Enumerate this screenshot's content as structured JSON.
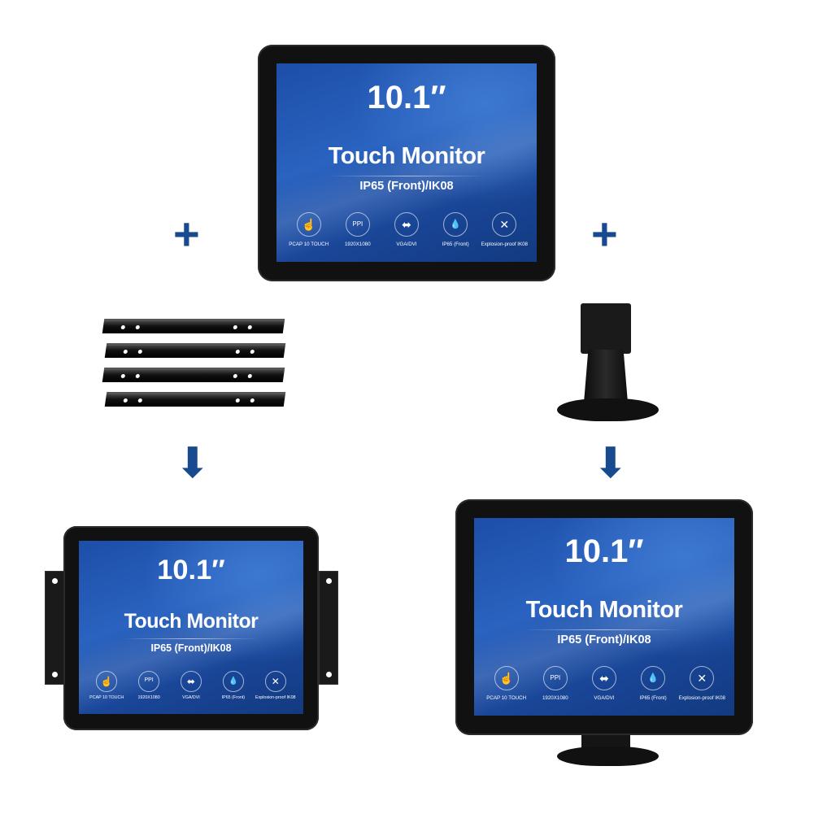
{
  "monitor": {
    "size": "10.1″",
    "title": "Touch Monitor",
    "subtitle": "IP65 (Front)/IK08",
    "features": [
      {
        "icon": "touch-hand-icon",
        "glyph": "☝",
        "label": "PCAP 10 TOUCH"
      },
      {
        "icon": "ppi-monitor-icon",
        "glyph": "PPI",
        "label": "1920X1080"
      },
      {
        "icon": "usb-icon",
        "glyph": "⬌",
        "label": "VGA/DVI"
      },
      {
        "icon": "water-drops-icon",
        "glyph": "💧",
        "label": "IP65 (Front)"
      },
      {
        "icon": "explosion-proof-icon",
        "glyph": "✕",
        "label": "Explosion-proof IK08"
      }
    ]
  },
  "symbols": {
    "plus": "+",
    "arrow": "⬇"
  },
  "colors": {
    "accent": "#174a8f",
    "bezel": "#111111",
    "screen": "#1d4ea8"
  }
}
